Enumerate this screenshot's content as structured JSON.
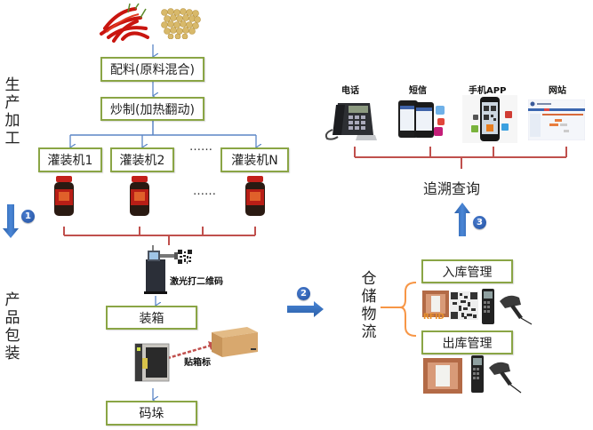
{
  "stages": {
    "production": "生产加工",
    "packaging": "产品包装",
    "warehouse": "仓储物流"
  },
  "production": {
    "step1": "配料(原料混合)",
    "step2": "炒制(加热翻动)",
    "fillers": [
      "灌装机1",
      "灌装机2",
      "灌装机N"
    ],
    "ellipsis": "……",
    "raw_materials": [
      "chili-peppers",
      "soybeans"
    ]
  },
  "packaging": {
    "laser_label": "激光打二维码",
    "boxing": "装箱",
    "box_label": "贴箱标",
    "stacking": "码垛"
  },
  "warehouse": {
    "inbound": "入库管理",
    "outbound": "出库管理",
    "rfid_text": "RFID"
  },
  "trace": {
    "title": "追溯查询",
    "channels": [
      "电话",
      "短信",
      "手机APP",
      "网站"
    ]
  },
  "steps": [
    "1",
    "2",
    "3"
  ],
  "colors": {
    "box_border": "#8aa545",
    "blue_line": "#5b86c5",
    "red_line": "#c0504d",
    "orange_bracket": "#f79646",
    "arrow_blue": "#2e6bbf"
  }
}
